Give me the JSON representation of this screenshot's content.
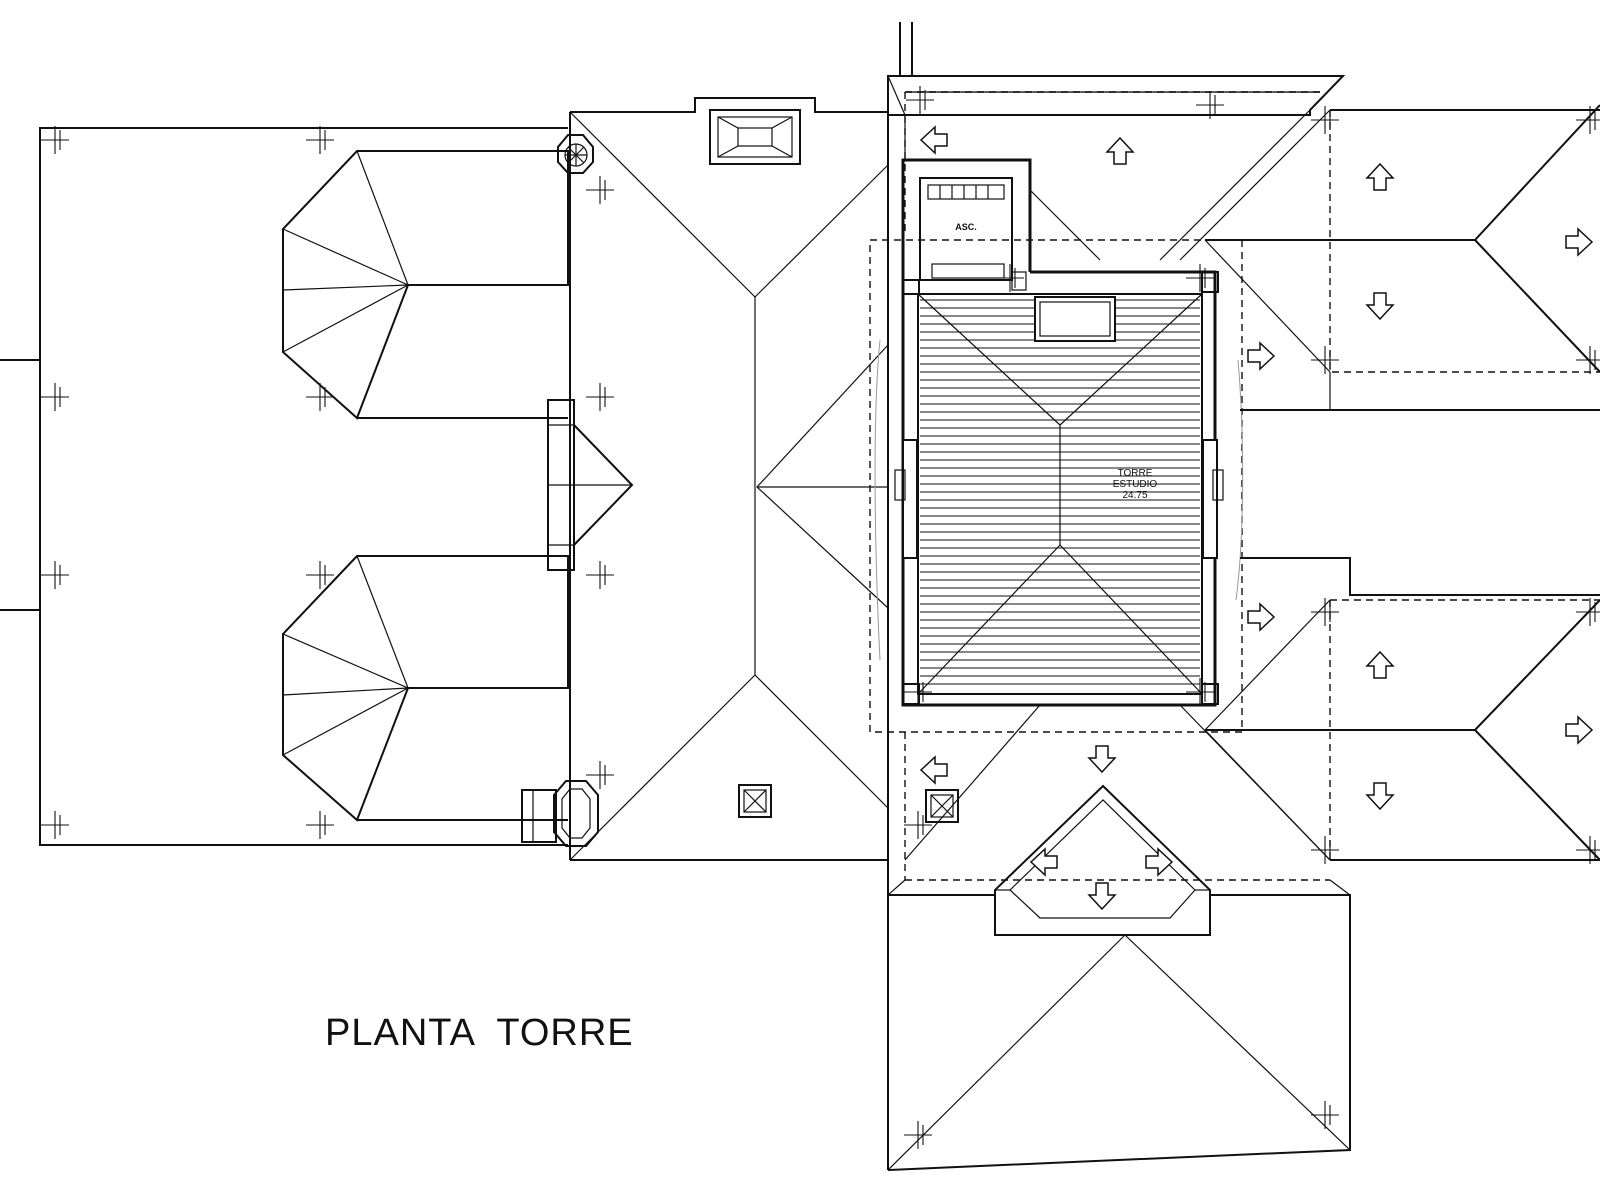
{
  "plan_title": "PLANTA  TORRE",
  "rooms": {
    "torre": {
      "name": "TORRE",
      "use": "ESTUDIO",
      "area": "24.75"
    },
    "elevator": "ASC."
  },
  "icons": {
    "flow_arrow": "roof-slope-arrow-icon",
    "survey_mark": "crosshair-marker-icon",
    "chimney": "chimney-vent-icon",
    "skylight": "skylight-icon",
    "turret": "octagonal-turret-icon"
  },
  "colors": {
    "ink": "#111111",
    "paper": "#ffffff"
  }
}
